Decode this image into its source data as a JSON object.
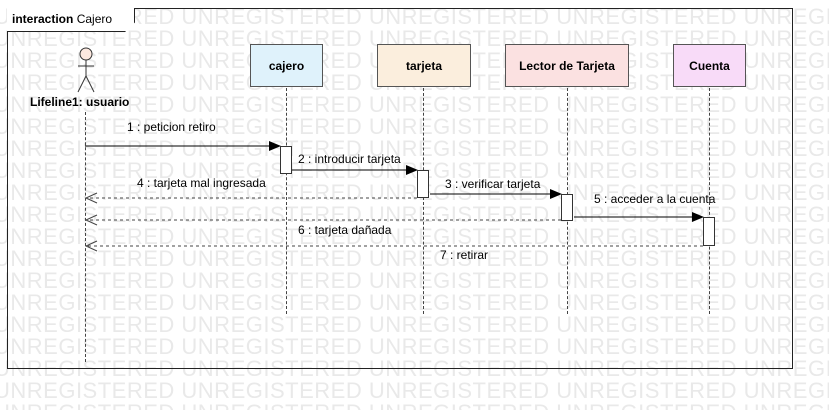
{
  "watermark": "UNREGISTERED UNREGISTERED UNREGISTERED UNREGISTERED UNREGISTERED",
  "frame": {
    "keyword": "interaction",
    "name": "Cajero"
  },
  "actor": {
    "label": "Lifeline1: usuario"
  },
  "lifelines": [
    {
      "label": "cajero",
      "fill": "#dff2fb"
    },
    {
      "label": "tarjeta",
      "fill": "#fbeedd"
    },
    {
      "label": "Lector de Tarjeta",
      "fill": "#fbe1e1"
    },
    {
      "label": "Cuenta",
      "fill": "#f8dbf8"
    }
  ],
  "messages": [
    {
      "label": "1 : peticion retiro",
      "type": "sync"
    },
    {
      "label": "2 : introducir tarjeta",
      "type": "sync"
    },
    {
      "label": "3 : verificar tarjeta",
      "type": "sync"
    },
    {
      "label": "4 : tarjeta mal ingresada",
      "type": "return"
    },
    {
      "label": "5 : acceder a la cuenta",
      "type": "sync"
    },
    {
      "label": "6 : tarjeta dañada",
      "type": "return"
    },
    {
      "label": "7 : retirar",
      "type": "return"
    }
  ]
}
